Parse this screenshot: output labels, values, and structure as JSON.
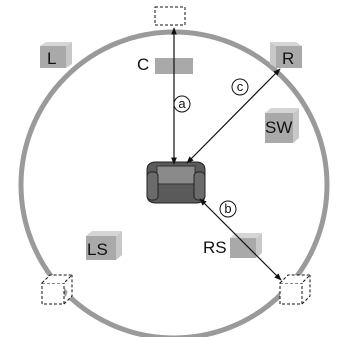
{
  "speakers": {
    "front_left": "L",
    "center": "C",
    "front_right": "R",
    "subwoofer": "SW",
    "surround_left": "LS",
    "surround_right": "RS"
  },
  "distances": {
    "center_to_listener": "a",
    "surround_right_to_listener": "b",
    "front_right_to_listener": "c"
  },
  "colors": {
    "circle": "#9a9a9a",
    "speaker_face": "#a9a9a9",
    "speaker_side": "#c8c8c8",
    "chair": "#5a5a5a",
    "chair_seat": "#8a8a8a"
  }
}
